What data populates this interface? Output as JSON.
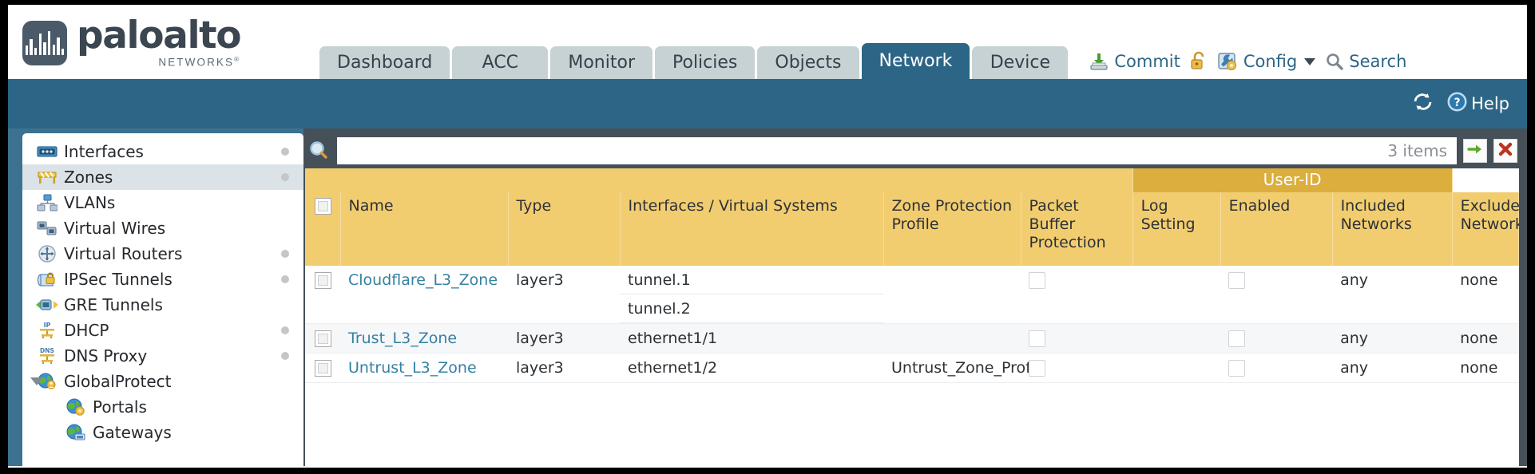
{
  "brand": {
    "name": "paloalto",
    "tagline": "NETWORKS",
    "registered": "®"
  },
  "tabs": [
    {
      "label": "Dashboard",
      "active": false
    },
    {
      "label": "ACC",
      "active": false
    },
    {
      "label": "Monitor",
      "active": false
    },
    {
      "label": "Policies",
      "active": false
    },
    {
      "label": "Objects",
      "active": false
    },
    {
      "label": "Network",
      "active": true
    },
    {
      "label": "Device",
      "active": false
    }
  ],
  "top_actions": {
    "commit": "Commit",
    "config": "Config",
    "search": "Search",
    "lock_icon": "lock-icon",
    "commit_icon": "commit-icon",
    "config_icon": "config-wrench-icon",
    "search_icon": "search-icon",
    "caret_icon": "chevron-down-icon"
  },
  "blueband": {
    "refresh_icon": "refresh-icon",
    "help_label": "Help",
    "help_icon": "help-question-icon"
  },
  "sidebar": {
    "items": [
      {
        "label": "Interfaces",
        "icon": "interfaces-icon",
        "dot": true,
        "selected": false,
        "child": false,
        "expander": false
      },
      {
        "label": "Zones",
        "icon": "zones-barrier-icon",
        "dot": true,
        "selected": true,
        "child": false,
        "expander": false
      },
      {
        "label": "VLANs",
        "icon": "vlans-icon",
        "dot": false,
        "selected": false,
        "child": false,
        "expander": false
      },
      {
        "label": "Virtual Wires",
        "icon": "virtual-wires-icon",
        "dot": false,
        "selected": false,
        "child": false,
        "expander": false
      },
      {
        "label": "Virtual Routers",
        "icon": "virtual-routers-icon",
        "dot": true,
        "selected": false,
        "child": false,
        "expander": false
      },
      {
        "label": "IPSec Tunnels",
        "icon": "ipsec-tunnels-icon",
        "dot": true,
        "selected": false,
        "child": false,
        "expander": false
      },
      {
        "label": "GRE Tunnels",
        "icon": "gre-tunnels-icon",
        "dot": false,
        "selected": false,
        "child": false,
        "expander": false
      },
      {
        "label": "DHCP",
        "icon": "dhcp-icon",
        "dot": true,
        "selected": false,
        "child": false,
        "expander": false
      },
      {
        "label": "DNS Proxy",
        "icon": "dns-proxy-icon",
        "dot": true,
        "selected": false,
        "child": false,
        "expander": false
      },
      {
        "label": "GlobalProtect",
        "icon": "globalprotect-icon",
        "dot": false,
        "selected": false,
        "child": false,
        "expander": true
      },
      {
        "label": "Portals",
        "icon": "portals-icon",
        "dot": false,
        "selected": false,
        "child": true,
        "expander": false
      },
      {
        "label": "Gateways",
        "icon": "gateways-icon",
        "dot": false,
        "selected": false,
        "child": true,
        "expander": false
      }
    ]
  },
  "search": {
    "value": "",
    "placeholder": "",
    "items_count": "3 items",
    "apply_icon": "apply-arrow-icon",
    "clear_icon": "clear-x-icon"
  },
  "table": {
    "group_header": {
      "label": "User-ID",
      "span": 3
    },
    "columns": [
      "Name",
      "Type",
      "Interfaces / Virtual Systems",
      "Zone Protection Profile",
      "Packet Buffer Protection",
      "Log Setting",
      "Enabled",
      "Included Networks",
      "Excluded Networks"
    ],
    "select_all_checked": false,
    "rows": [
      {
        "selected": false,
        "name": "Cloudflare_L3_Zone",
        "type": "layer3",
        "interfaces": [
          "tunnel.1",
          "tunnel.2"
        ],
        "zone_protection_profile": "",
        "packet_buffer_protection": false,
        "log_setting": "",
        "userid_enabled": false,
        "included_networks": "any",
        "excluded_networks": "none"
      },
      {
        "selected": false,
        "name": "Trust_L3_Zone",
        "type": "layer3",
        "interfaces": [
          "ethernet1/1"
        ],
        "zone_protection_profile": "",
        "packet_buffer_protection": false,
        "log_setting": "",
        "userid_enabled": false,
        "included_networks": "any",
        "excluded_networks": "none"
      },
      {
        "selected": false,
        "name": "Untrust_L3_Zone",
        "type": "layer3",
        "interfaces": [
          "ethernet1/2"
        ],
        "zone_protection_profile": "Untrust_Zone_Prof",
        "packet_buffer_protection": false,
        "log_setting": "",
        "userid_enabled": false,
        "included_networks": "any",
        "excluded_networks": "none"
      }
    ]
  },
  "colors": {
    "brand_blue": "#2c6585",
    "tab_inactive": "#c6d2d4",
    "header_amber": "#f2cd70",
    "group_amber": "#dcae3e",
    "link_blue": "#3580a3",
    "body_slate": "#465059"
  }
}
